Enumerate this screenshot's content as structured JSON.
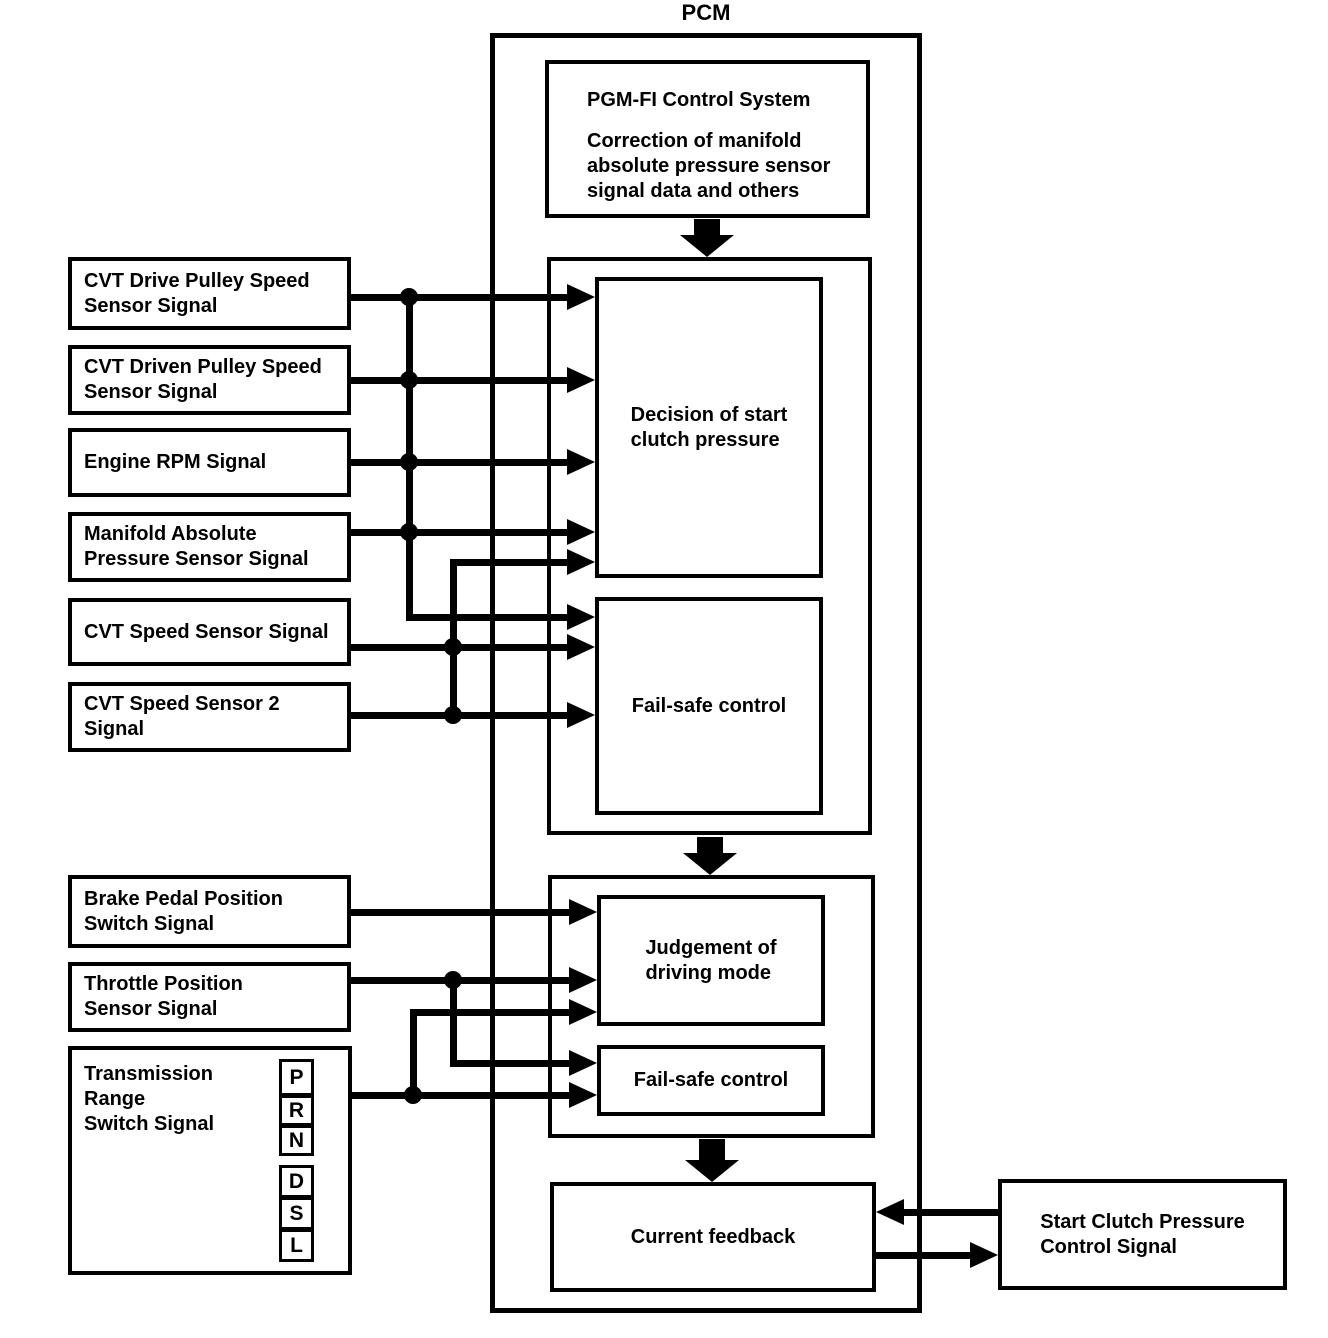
{
  "pcm": {
    "label": "PCM"
  },
  "pgmfi": {
    "title": "PGM-FI Control System",
    "description": "Correction of manifold\nabsolute pressure sensor\nsignal data and others"
  },
  "inputs": [
    {
      "label": "CVT Drive Pulley Speed\nSensor Signal"
    },
    {
      "label": "CVT Driven Pulley Speed\nSensor Signal"
    },
    {
      "label": "Engine RPM Signal"
    },
    {
      "label": "Manifold Absolute\nPressure Sensor Signal"
    },
    {
      "label": "CVT Speed Sensor Signal"
    },
    {
      "label": "CVT Speed Sensor 2\nSignal"
    },
    {
      "label": "Brake Pedal Position\nSwitch Signal"
    },
    {
      "label": "Throttle Position\nSensor Signal"
    },
    {
      "label": "Transmission\nRange\nSwitch Signal"
    }
  ],
  "transmission": {
    "gears": [
      "P",
      "R",
      "N",
      "D",
      "S",
      "L"
    ]
  },
  "modules": {
    "decision": "Decision of start\nclutch pressure",
    "fail_safe_upper": "Fail-safe control",
    "judgement": "Judgement of\ndriving mode",
    "fail_safe_lower": "Fail-safe control",
    "current_feedback": "Current feedback"
  },
  "output": {
    "start_clutch": "Start Clutch Pressure\nControl Signal"
  },
  "colors": {
    "line": "#000000",
    "background": "#ffffff"
  }
}
